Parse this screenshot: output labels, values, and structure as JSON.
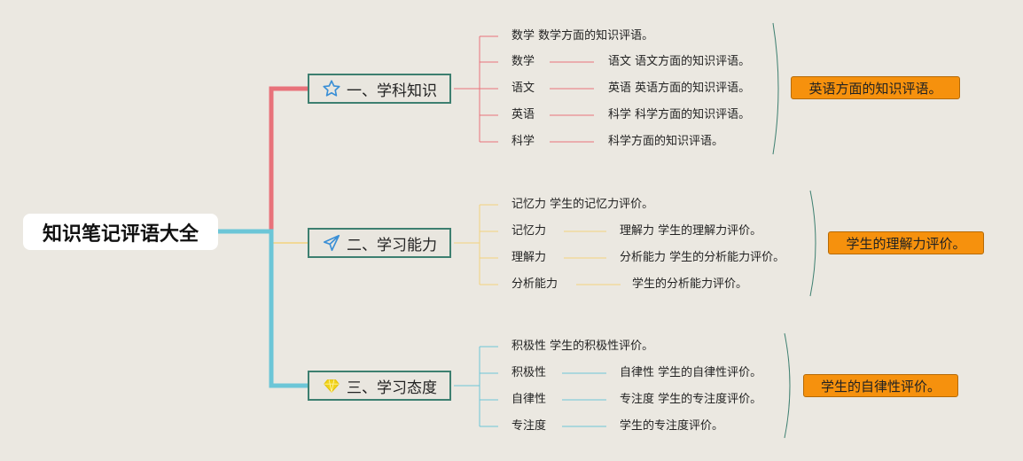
{
  "root": {
    "title": "知识笔记评语大全"
  },
  "branches": [
    {
      "label": "一、学科知识",
      "icon": "star-icon",
      "color": "#e8727a",
      "leaves": [
        "数学 数学方面的知识评语。",
        "数学",
        "语文",
        "英语",
        "科学"
      ],
      "pairs": [
        "语文 语文方面的知识评语。",
        "英语 英语方面的知识评语。",
        "科学 科学方面的知识评语。",
        "科学方面的知识评语。"
      ],
      "summary": "英语方面的知识评语。"
    },
    {
      "label": "二、学习能力",
      "icon": "paper-plane-icon",
      "color": "#f3d27d",
      "leaves": [
        "记忆力 学生的记忆力评价。",
        "记忆力",
        "理解力",
        "分析能力"
      ],
      "pairs": [
        "理解力 学生的理解力评价。",
        "分析能力 学生的分析能力评价。",
        "学生的分析能力评价。"
      ],
      "summary": "学生的理解力评价。"
    },
    {
      "label": "三、学习态度",
      "icon": "diamond-icon",
      "color": "#6cc6d7",
      "leaves": [
        "积极性 学生的积极性评价。",
        "积极性",
        "自律性",
        "专注度"
      ],
      "pairs": [
        "自律性 学生的自律性评价。",
        "专注度 学生的专注度评价。",
        "学生的专注度评价。"
      ],
      "summary": "学生的自律性评价。"
    }
  ]
}
